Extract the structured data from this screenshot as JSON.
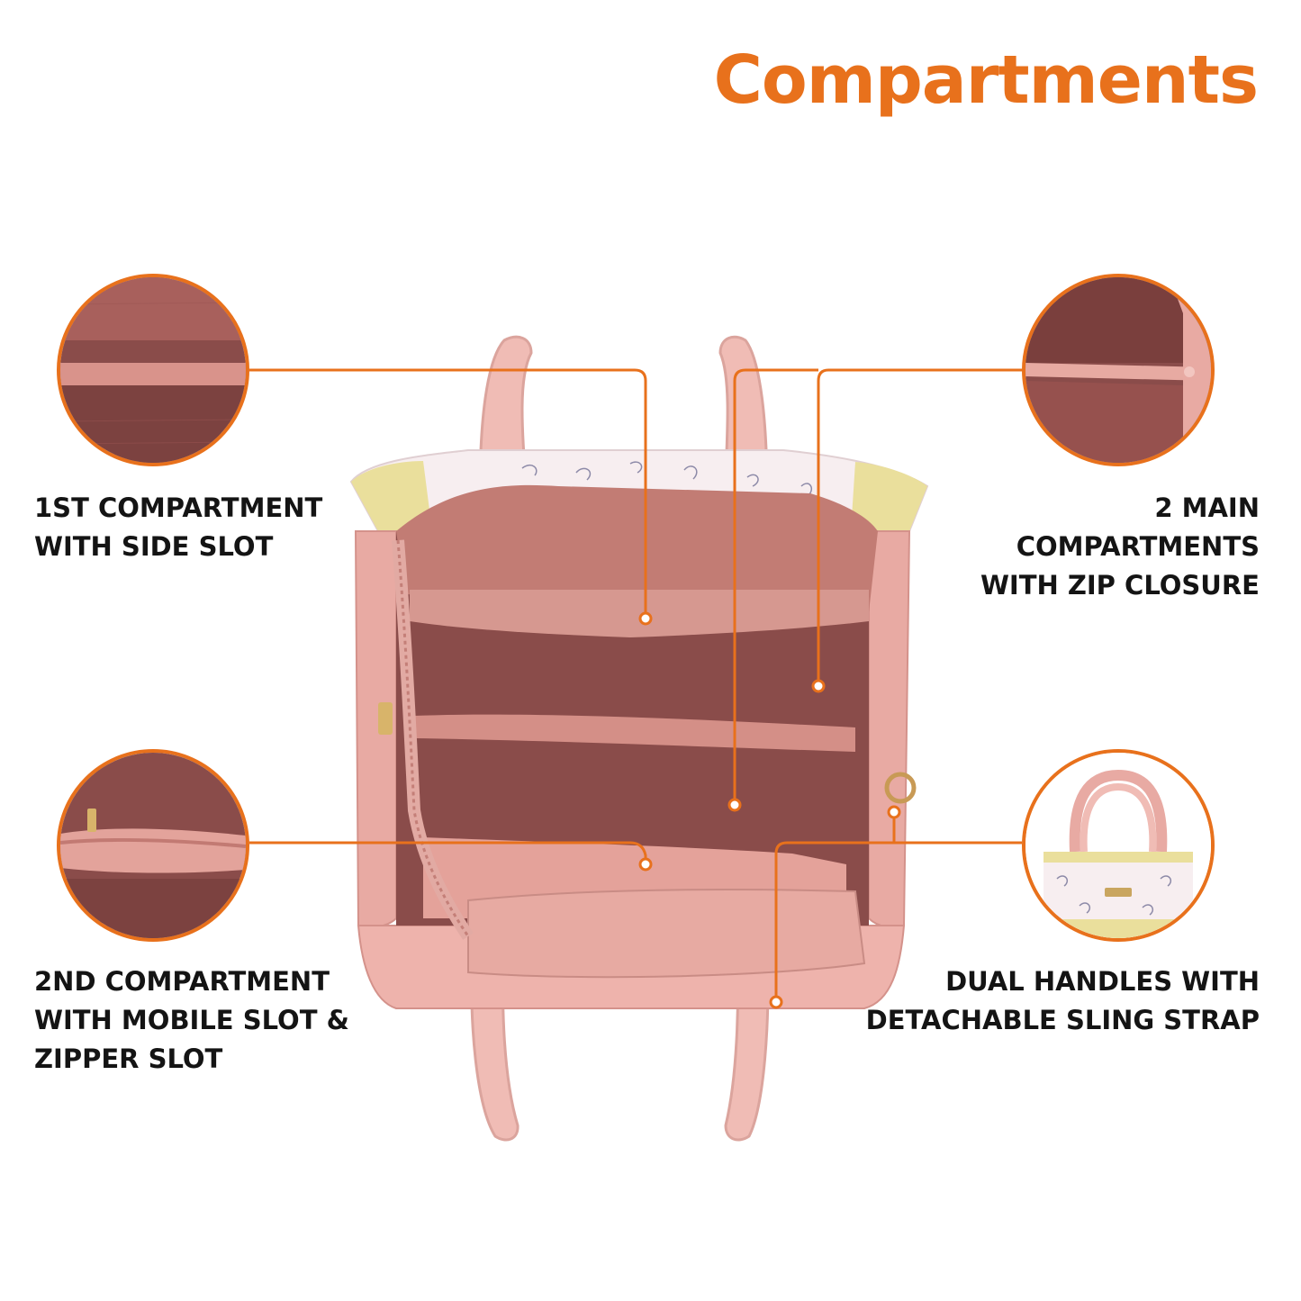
{
  "page": {
    "title": "Compartments"
  },
  "callouts": [
    {
      "id": "side-slot",
      "text": "1ST COMPARTMENT\nWITH SIDE SLOT"
    },
    {
      "id": "mobile-slot",
      "text": "2ND COMPARTMENT\nWITH MOBILE SLOT &\nZIPPER SLOT"
    },
    {
      "id": "zip-closure",
      "text": "2 MAIN\nCOMPARTMENTS\nWITH ZIP CLOSURE"
    },
    {
      "id": "sling-strap",
      "text": "DUAL HANDLES WITH\nDETACHABLE SLING STRAP"
    }
  ],
  "colors": {
    "accent": "#e8711c",
    "text": "#141414",
    "lining": "#8a4c4a",
    "bag_pink": "#e8aaa3",
    "bag_yellow": "#eadf9c",
    "print_bg": "#f7eef0"
  }
}
